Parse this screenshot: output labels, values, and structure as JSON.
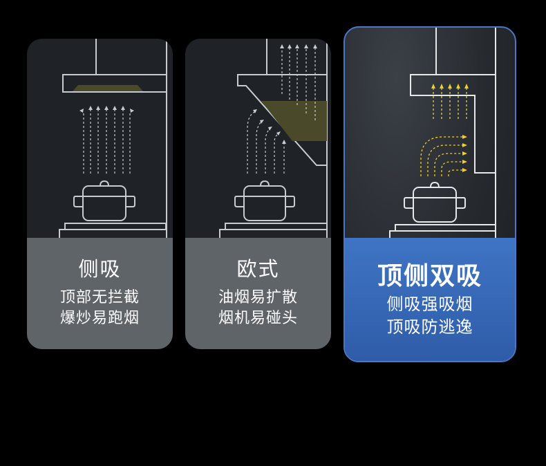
{
  "cards": [
    {
      "title": "侧吸",
      "lines": [
        "顶部无拦截",
        "爆炒易跑烟"
      ],
      "highlighted": false
    },
    {
      "title": "欧式",
      "lines": [
        "油烟易扩散",
        "烟机易碰头"
      ],
      "highlighted": false
    },
    {
      "title": "顶侧双吸",
      "lines": [
        "侧吸强吸烟",
        "顶吸防逃逸"
      ],
      "highlighted": true
    }
  ],
  "colors": {
    "background": "#000000",
    "card_dark": "#1f2327",
    "card_caption_gray": "#5e6468",
    "highlight_blue": "#3a6dbe",
    "line_stroke": "#c8ccd0",
    "smoke_yellow": "#f0d020",
    "oil_patch": "#4a4a2a"
  },
  "icons": [
    "range-hood-side-icon",
    "range-hood-european-icon",
    "range-hood-dual-icon",
    "pot-icon",
    "airflow-arrow-icon"
  ]
}
